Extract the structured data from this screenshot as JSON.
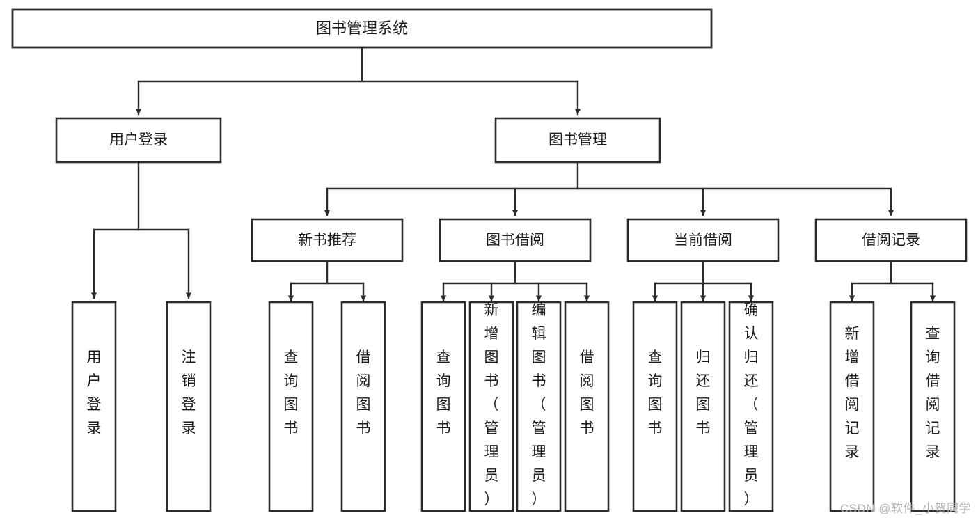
{
  "diagram": {
    "title": "图书管理系统",
    "type": "tree-hierarchy-chart",
    "orientation": "top-down",
    "root": {
      "label": "图书管理系统"
    },
    "level2": [
      {
        "label": "用户登录"
      },
      {
        "label": "图书管理"
      }
    ],
    "level3": [
      {
        "label": "新书推荐"
      },
      {
        "label": "图书借阅"
      },
      {
        "label": "当前借阅"
      },
      {
        "label": "借阅记录"
      }
    ],
    "leaves": {
      "user_login": [
        {
          "label": "用户登录"
        },
        {
          "label": "注销登录"
        }
      ],
      "new_book_recommend": [
        {
          "label": "查询图书"
        },
        {
          "label": "借阅图书"
        }
      ],
      "book_borrow": [
        {
          "label": "查询图书"
        },
        {
          "label": "新增图书（管理员）"
        },
        {
          "label": "编辑图书（管理员）"
        },
        {
          "label": "借阅图书"
        }
      ],
      "current_borrow": [
        {
          "label": "查询图书"
        },
        {
          "label": "归还图书"
        },
        {
          "label": "确认归还（管理员）"
        }
      ],
      "borrow_record": [
        {
          "label": "新增借阅记录"
        },
        {
          "label": "查询借阅记录"
        }
      ]
    },
    "colors": {
      "stroke": "#2b2b2b",
      "fill": "#ffffff",
      "text": "#1c1c1c",
      "watermark": "#b4b4b4"
    }
  },
  "watermark": {
    "text": "CSDN @软件_小贺同学"
  }
}
